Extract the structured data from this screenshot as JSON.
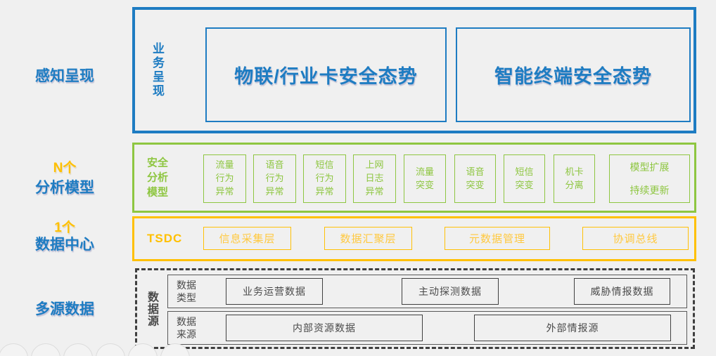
{
  "colors": {
    "background": "#f0f0f0",
    "blue": "#1e7cc2",
    "green": "#8ec641",
    "gold": "#ffc000",
    "dark": "#4a4a4a"
  },
  "left_labels": {
    "perception": "感知呈现",
    "models_count": "N个",
    "models": "分析模型",
    "datacenter_count": "1个",
    "datacenter": "数据中心",
    "multi_source": "多源数据"
  },
  "presentation": {
    "side_label": "业务呈现",
    "panels": [
      {
        "label": "物联/行业卡安全态势"
      },
      {
        "label": "智能终端安全态势"
      }
    ]
  },
  "analysis": {
    "side_label": "安全\n分析\n模型",
    "models": [
      "流量\n行为\n异常",
      "语音\n行为\n异常",
      "短信\n行为\n异常",
      "上网\n日志\n异常",
      "流量\n突变",
      "语音\n突变",
      "短信\n突变",
      "机卡\n分离",
      "模型扩展\n\n持续更新"
    ]
  },
  "tsdc": {
    "side_label": "TSDC",
    "layers": [
      "信息采集层",
      "数据汇聚层",
      "元数据管理",
      "协调总线"
    ]
  },
  "datasource": {
    "side_label": "数据源",
    "rows": [
      {
        "label": "数据\n类型",
        "items": [
          "业务运营数据",
          "主动探测数据",
          "威胁情报数据"
        ]
      },
      {
        "label": "数据\n来源",
        "items": [
          "内部资源数据",
          "外部情报源"
        ]
      }
    ]
  }
}
